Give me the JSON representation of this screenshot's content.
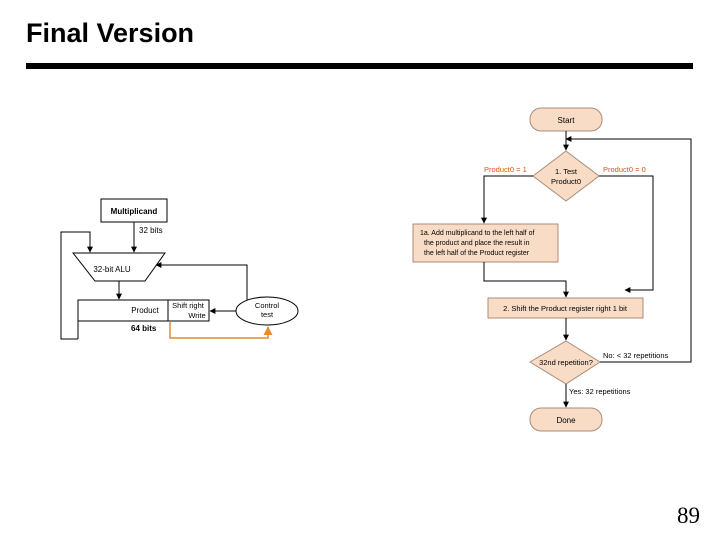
{
  "slide": {
    "title": "Final Version",
    "page_number": "89"
  },
  "colors": {
    "flow_fill": "#f8dcc6",
    "flow_stroke": "#a88c78",
    "orange_label": "#d4571b",
    "orange_line": "#e88a2c"
  },
  "datapath": {
    "multiplicand": "Multiplicand",
    "bits32": "32 bits",
    "alu": "32-bit ALU",
    "product": "Product",
    "shift_right": "Shift right",
    "write": "Write",
    "control": "Control",
    "test": "test",
    "bits64": "64 bits"
  },
  "flowchart": {
    "start": "Start",
    "test_line1": "1. Test",
    "test_line2": "Product0",
    "product0_is_1": "Product0 = 1",
    "product0_is_0": "Product0 = 0",
    "step1a_line1": "1a. Add multiplicand to the left half of",
    "step1a_line2": "the product and place the result in",
    "step1a_line3": "the left half of the Product register",
    "step2": "2. Shift the Product register right 1 bit",
    "decision": "32nd repetition?",
    "no_label": "No: < 32 repetitions",
    "yes_label": "Yes: 32 repetitions",
    "done": "Done"
  }
}
